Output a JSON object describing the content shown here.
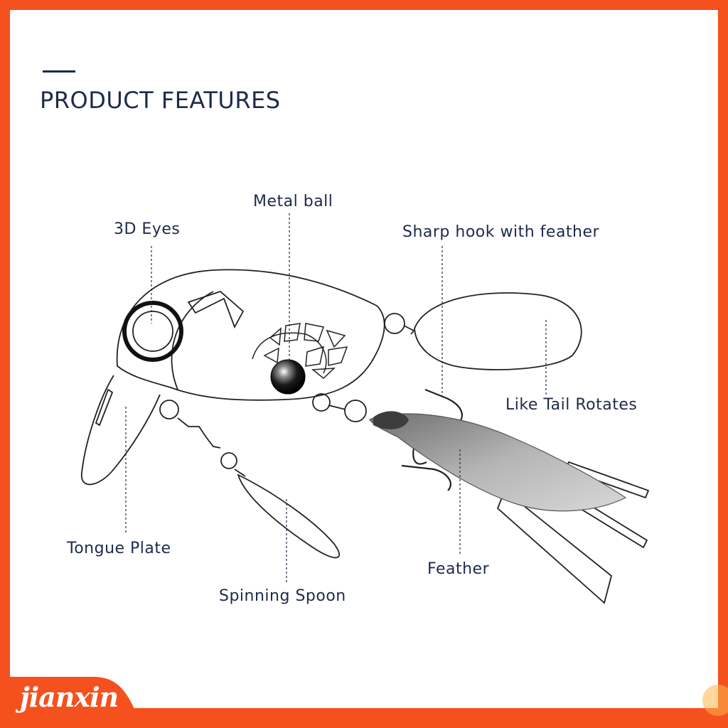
{
  "heading": {
    "title": "PRODUCT  FEATURES"
  },
  "callouts": {
    "metal_ball": "Metal ball",
    "eyes_3d": "3D Eyes",
    "sharp_hook": "Sharp hook with feather",
    "tail": "Like Tail Rotates",
    "tongue": "Tongue Plate",
    "spoon": "Spinning Spoon",
    "feather": "Feather"
  },
  "brand": {
    "name": "jianxin"
  },
  "colors": {
    "frame": "#f4511e",
    "panel": "#ffffff",
    "text": "#1d2b4a"
  }
}
